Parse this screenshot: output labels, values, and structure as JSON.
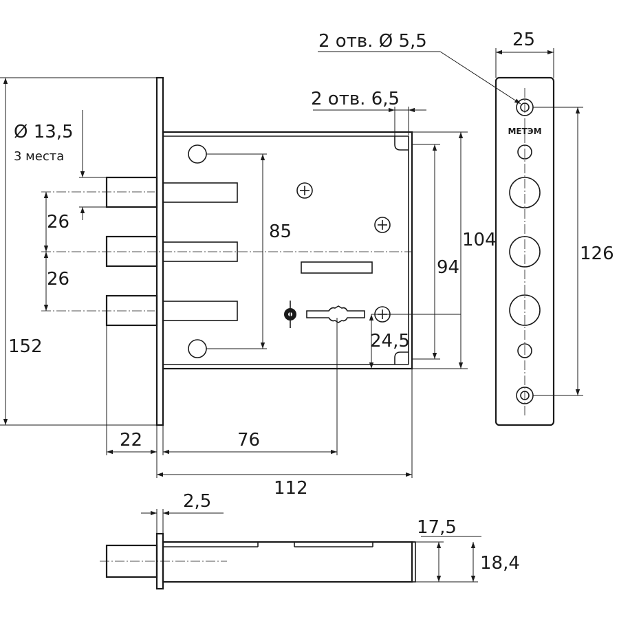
{
  "drawing": {
    "callouts": {
      "holes_55": "2 отв. Ø 5,5",
      "holes_65": "2 отв. 6,5",
      "bolt_diameter": "Ø 13,5",
      "bolt_places": "3 места",
      "brand": "МЕТЭМ"
    },
    "dimensions": {
      "faceplate_width": "25",
      "spacing_top": "26",
      "spacing_bottom": "26",
      "mount_spacing": "85",
      "case_height": "104",
      "inner_height": "94",
      "faceplate_holes": "126",
      "faceplate_height": "152",
      "spindle_offset": "24,5",
      "bolt_throw": "22",
      "backset": "76",
      "case_depth": "112",
      "plate_thickness": "2,5",
      "body_thickness": "17,5",
      "overall_thickness": "18,4"
    }
  }
}
